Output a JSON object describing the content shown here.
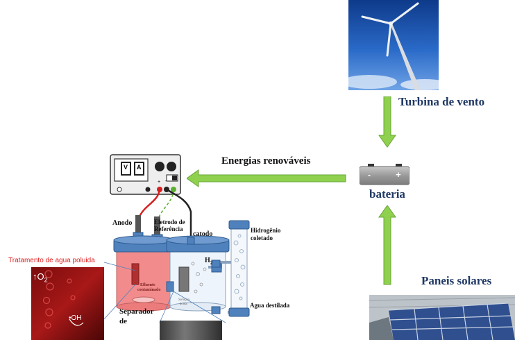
{
  "labels": {
    "turbine": "Turbina de vento",
    "battery": "bateria",
    "solar": "Paneis solares",
    "renewables": "Energias renováveis",
    "anode": "Anodo",
    "reference_electrode_line1": "Eletrodo de",
    "reference_electrode_line2": "Referência",
    "cathode": "catodo",
    "hydrogen_line1": "Hidrogênio",
    "hydrogen_line2": "coletado",
    "h2": "H",
    "h2_sub": "2",
    "distilled_water": "Agua destilada",
    "effluent_line1": "Efluente",
    "effluent_line2": "contaminado",
    "acid_solution_line1": "Solução",
    "acid_solution_line2": "ácida",
    "separator_line1": "Separador",
    "separator_line2": "de",
    "polluted_water": "Tratamento de agua poluida",
    "o2": "↑O",
    "o2_sub": "2",
    "oh": "•OH"
  },
  "power_supply": {
    "meter_v": "V",
    "meter_a": "A",
    "plus": "+",
    "minus": "-"
  },
  "battery_terminals": {
    "minus": "-",
    "plus": "+"
  },
  "colors": {
    "label_blue": "#1f3864",
    "arrow_green": "#8fd14f",
    "arrow_green_border": "#6aa437",
    "polluted_label_red": "#e02020",
    "anode_wire": "#d42020",
    "reference_wire": "#5ab02e",
    "cathode_wire": "#222222",
    "anode_vessel": "#f28c8c",
    "vessel_lid": "#4f81bd"
  }
}
